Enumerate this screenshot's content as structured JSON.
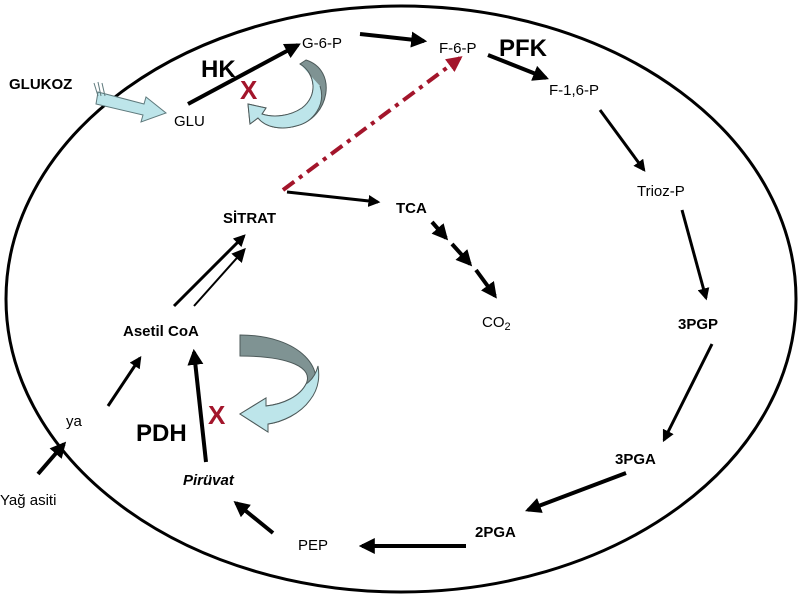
{
  "nodes": {
    "glukoz": "GLUKOZ",
    "glu": "GLU",
    "g6p": "G-6-P",
    "f6p": "F-6-P",
    "f16p": "F-1,6-P",
    "triozp": "Trioz-P",
    "pgp3": "3PGP",
    "pga3": "3PGA",
    "pga2": "2PGA",
    "pep": "PEP",
    "piruvat": "Pirüvat",
    "asetilcoa": "Asetil CoA",
    "sitrat": "SİTRAT",
    "tca": "TCA",
    "co2_main": "CO",
    "co2_sub": "2",
    "ya": "ya",
    "yag_asiti": "Yağ asiti"
  },
  "enzymes": {
    "hk": "HK",
    "pfk": "PFK",
    "pdh": "PDH"
  },
  "inhibition_mark": "X",
  "colors": {
    "arrow": "#000000",
    "inhibition": "#a3152b",
    "feedback_dark": "#7f9393",
    "feedback_light": "#bde5ea"
  }
}
